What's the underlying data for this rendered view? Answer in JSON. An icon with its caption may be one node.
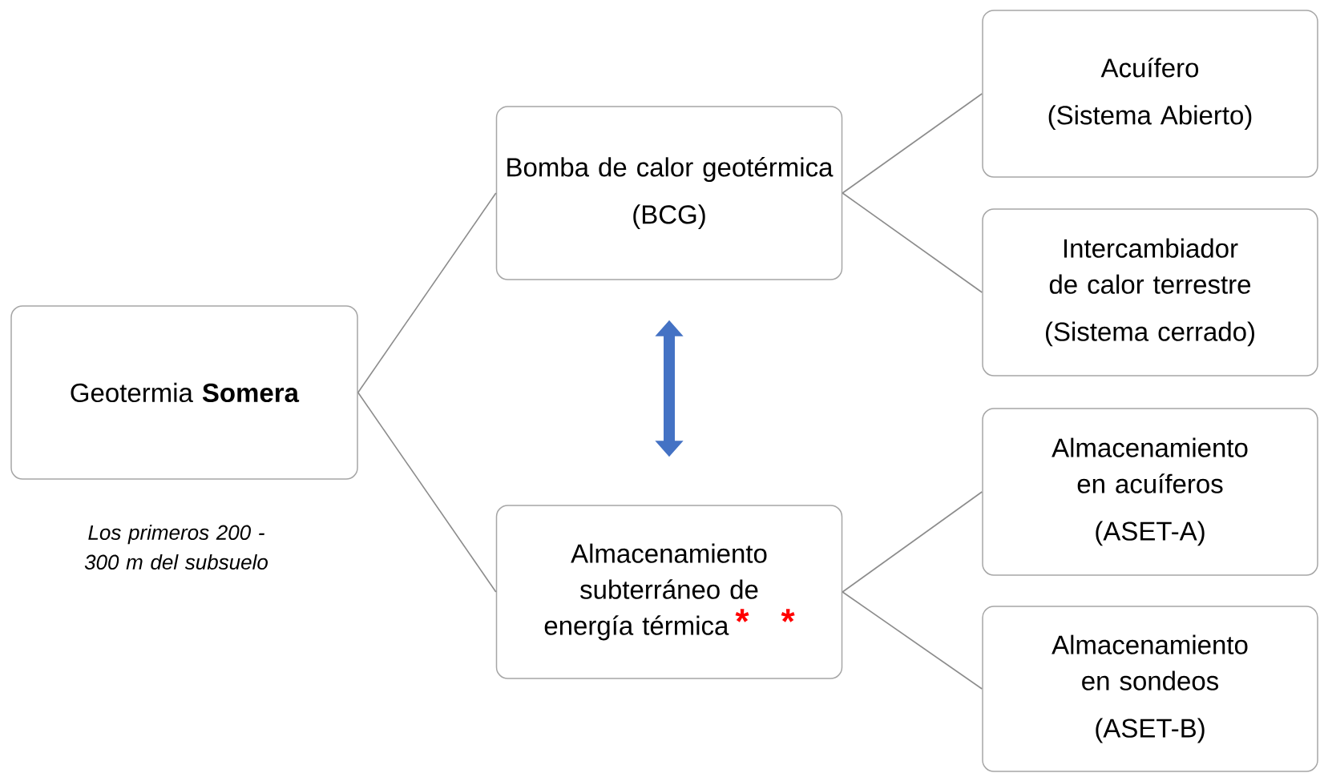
{
  "diagram": {
    "nodes": [
      {
        "text": [
          "Geotermia **Somera**"
        ],
        "beside": [
          "Los primeros 200 -300 m del subsuelo"
        ]
      },
      {
        "text": [
          "Bomba de calor geotérmica",
          "(BCG)"
        ]
      },
      {
        "text": [
          "Almacenamiento subterráneo de energía térmica",
          "*",
          "*"
        ]
      },
      {
        "text": [
          "Acuífero",
          "(Sistema Abierto)"
        ]
      },
      {
        "text": [
          "Intercambiador de calor terrestre",
          "(Sistema cerrado)"
        ]
      },
      {
        "text": [
          "Almacenamiento en acuíferos",
          "(ASET-A)"
        ]
      },
      {
        "text": [
          "Almacenamiento en sondeos",
          "(ASET-B)"
        ]
      }
    ],
    "edges": [
      {
        "from": 0,
        "to": 1,
        "arrow": "none"
      },
      {
        "from": 0,
        "to": 2,
        "arrow": "none"
      },
      {
        "from": 1,
        "to": 2,
        "arrow": "both",
        "style": "thick",
        "color": "#4472c4"
      },
      {
        "from": 1,
        "to": 3,
        "arrow": "none"
      },
      {
        "from": 1,
        "to": 4,
        "arrow": "none"
      },
      {
        "from": 2,
        "to": 5,
        "arrow": "none"
      },
      {
        "from": 2,
        "to": 6,
        "arrow": "none"
      }
    ]
  }
}
